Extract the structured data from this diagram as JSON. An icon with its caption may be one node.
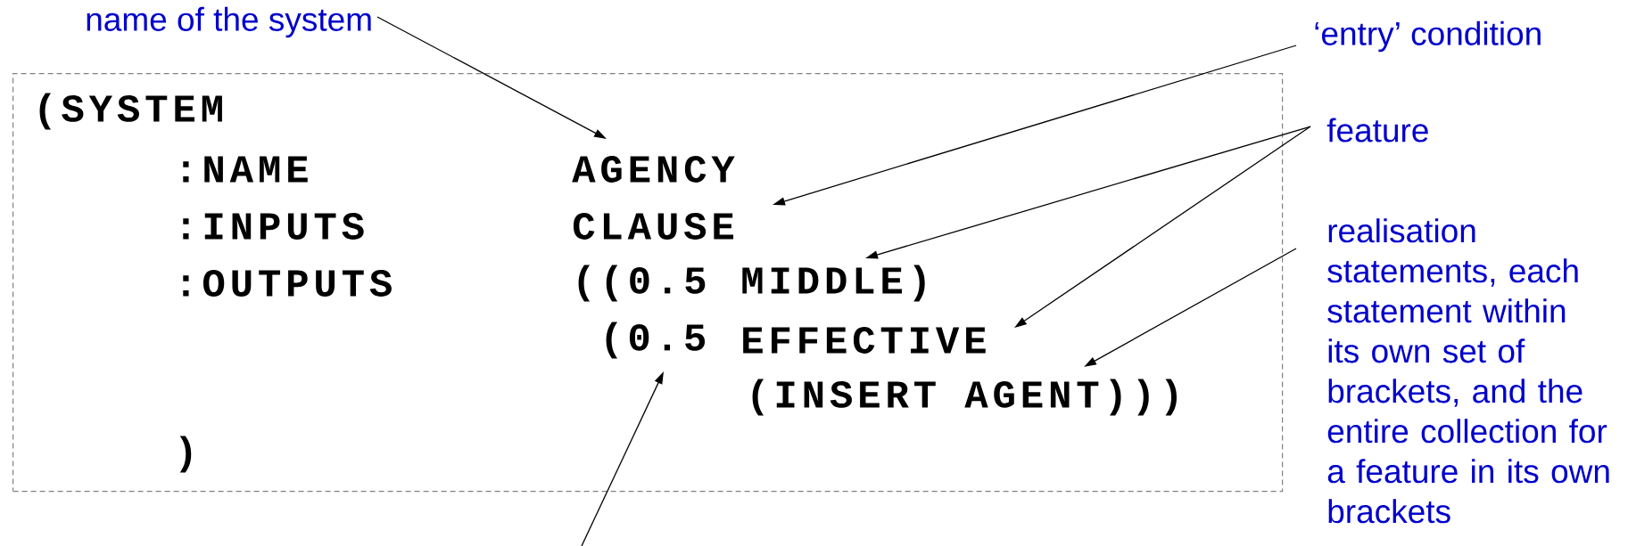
{
  "diagram": {
    "nodes": [
      {
        "text": [
          "name of the system"
        ]
      },
      {
        "text": [
          "‘entry’ condition"
        ]
      },
      {
        "text": [
          "feature"
        ]
      },
      {
        "text": [
          "realisation statements, each statement within its own set of brackets, and the entire collection for a feature in its own brackets"
        ]
      },
      {
        "text": [],
        "shape": "box"
      },
      {
        "text": [
          "(SYSTEM"
        ],
        "in": 4
      },
      {
        "text": [
          ":NAME"
        ],
        "in": 4
      },
      {
        "text": [
          "AGENCY"
        ],
        "in": 4
      },
      {
        "text": [
          ":INPUTS"
        ],
        "in": 4
      },
      {
        "text": [
          "CLAUSE"
        ],
        "in": 4
      },
      {
        "text": [
          ":OUTPUTS"
        ],
        "in": 4
      },
      {
        "text": [
          "((0.5"
        ],
        "in": 4
      },
      {
        "text": [
          "MIDDLE)"
        ],
        "in": 4
      },
      {
        "text": [
          "(0.5"
        ],
        "in": 4
      },
      {
        "text": [
          "EFFECTIVE"
        ],
        "in": 4
      },
      {
        "text": [
          "(INSERT AGENT)))"
        ],
        "in": 4
      },
      {
        "text": [
          ")"
        ],
        "in": 4
      }
    ],
    "edges": [
      {
        "from": 0,
        "to": 7,
        "arrow": "to"
      },
      {
        "from": 1,
        "to": 9,
        "arrow": "to"
      },
      {
        "from": 2,
        "to": 12,
        "arrow": "to"
      },
      {
        "from": 2,
        "to": 14,
        "arrow": "to"
      },
      {
        "from": 3,
        "to": 15,
        "arrow": "to"
      },
      {
        "from": null,
        "to": 13,
        "arrow": "to"
      }
    ]
  }
}
